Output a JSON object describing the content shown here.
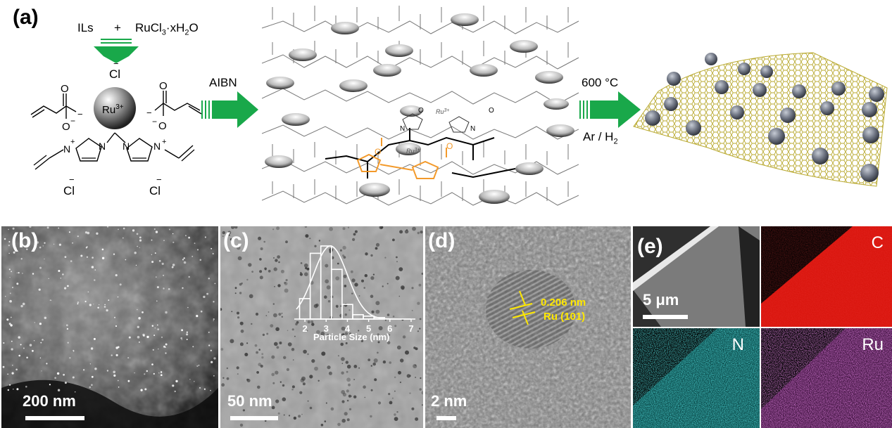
{
  "figure": {
    "panel_a": {
      "label": "(a)",
      "reactant_1": "ILs",
      "plus": "+",
      "reactant_2": "RuCl",
      "reactant_2_sub": "3",
      "reactant_2_suffix": "·xH",
      "reactant_2_sub2": "2",
      "reactant_2_end": "O",
      "anion_top": "Cl",
      "ion": "Ru",
      "ion_charge": "3+",
      "anion_left": "Cl",
      "anion_right": "Cl",
      "step1_reagent": "AIBN",
      "step2_temperature": "600 °C",
      "step2_atmosphere": "Ar / H",
      "step2_atmosphere_sub": "2",
      "polymer_ion_label": "Ru",
      "polymer_ion_charge": "3+"
    },
    "panel_b": {
      "label": "(b)",
      "scale": "200 nm"
    },
    "panel_c": {
      "label": "(c)",
      "scale": "50 nm",
      "inset_xlabel": "Particle Size (nm)"
    },
    "panel_d": {
      "label": "(d)",
      "scale": "2 nm",
      "spacing": "0.206 nm",
      "plane": "Ru (101)"
    },
    "panel_e": {
      "label": "(e)",
      "scale": "5 μm",
      "maps": [
        "C",
        "N",
        "Ru"
      ]
    }
  },
  "colors": {
    "arrow": "#19a84a",
    "orange": "#f39a2b",
    "graphene": "#b9a930",
    "carbon_map": "#e0140c",
    "nitrogen_map": "#17b5b5",
    "ruthenium_map": "#c23ec2"
  },
  "chart_data": {
    "type": "bar",
    "xlabel": "Particle Size (nm)",
    "ylabel": "",
    "categories": [
      "2",
      "3",
      "4",
      "5",
      "6",
      "7"
    ],
    "bins": [
      1.75,
      2.25,
      2.75,
      3.25,
      3.75,
      4.25,
      4.75,
      5.25,
      5.75,
      6.25,
      6.75
    ],
    "values": [
      0.28,
      0.9,
      1.0,
      0.68,
      0.2,
      0.06,
      0.04,
      0.02,
      0.0,
      0.0
    ],
    "xlim": [
      1.5,
      7.2
    ],
    "ylim": [
      0,
      1.0
    ],
    "fit": "gaussian"
  }
}
